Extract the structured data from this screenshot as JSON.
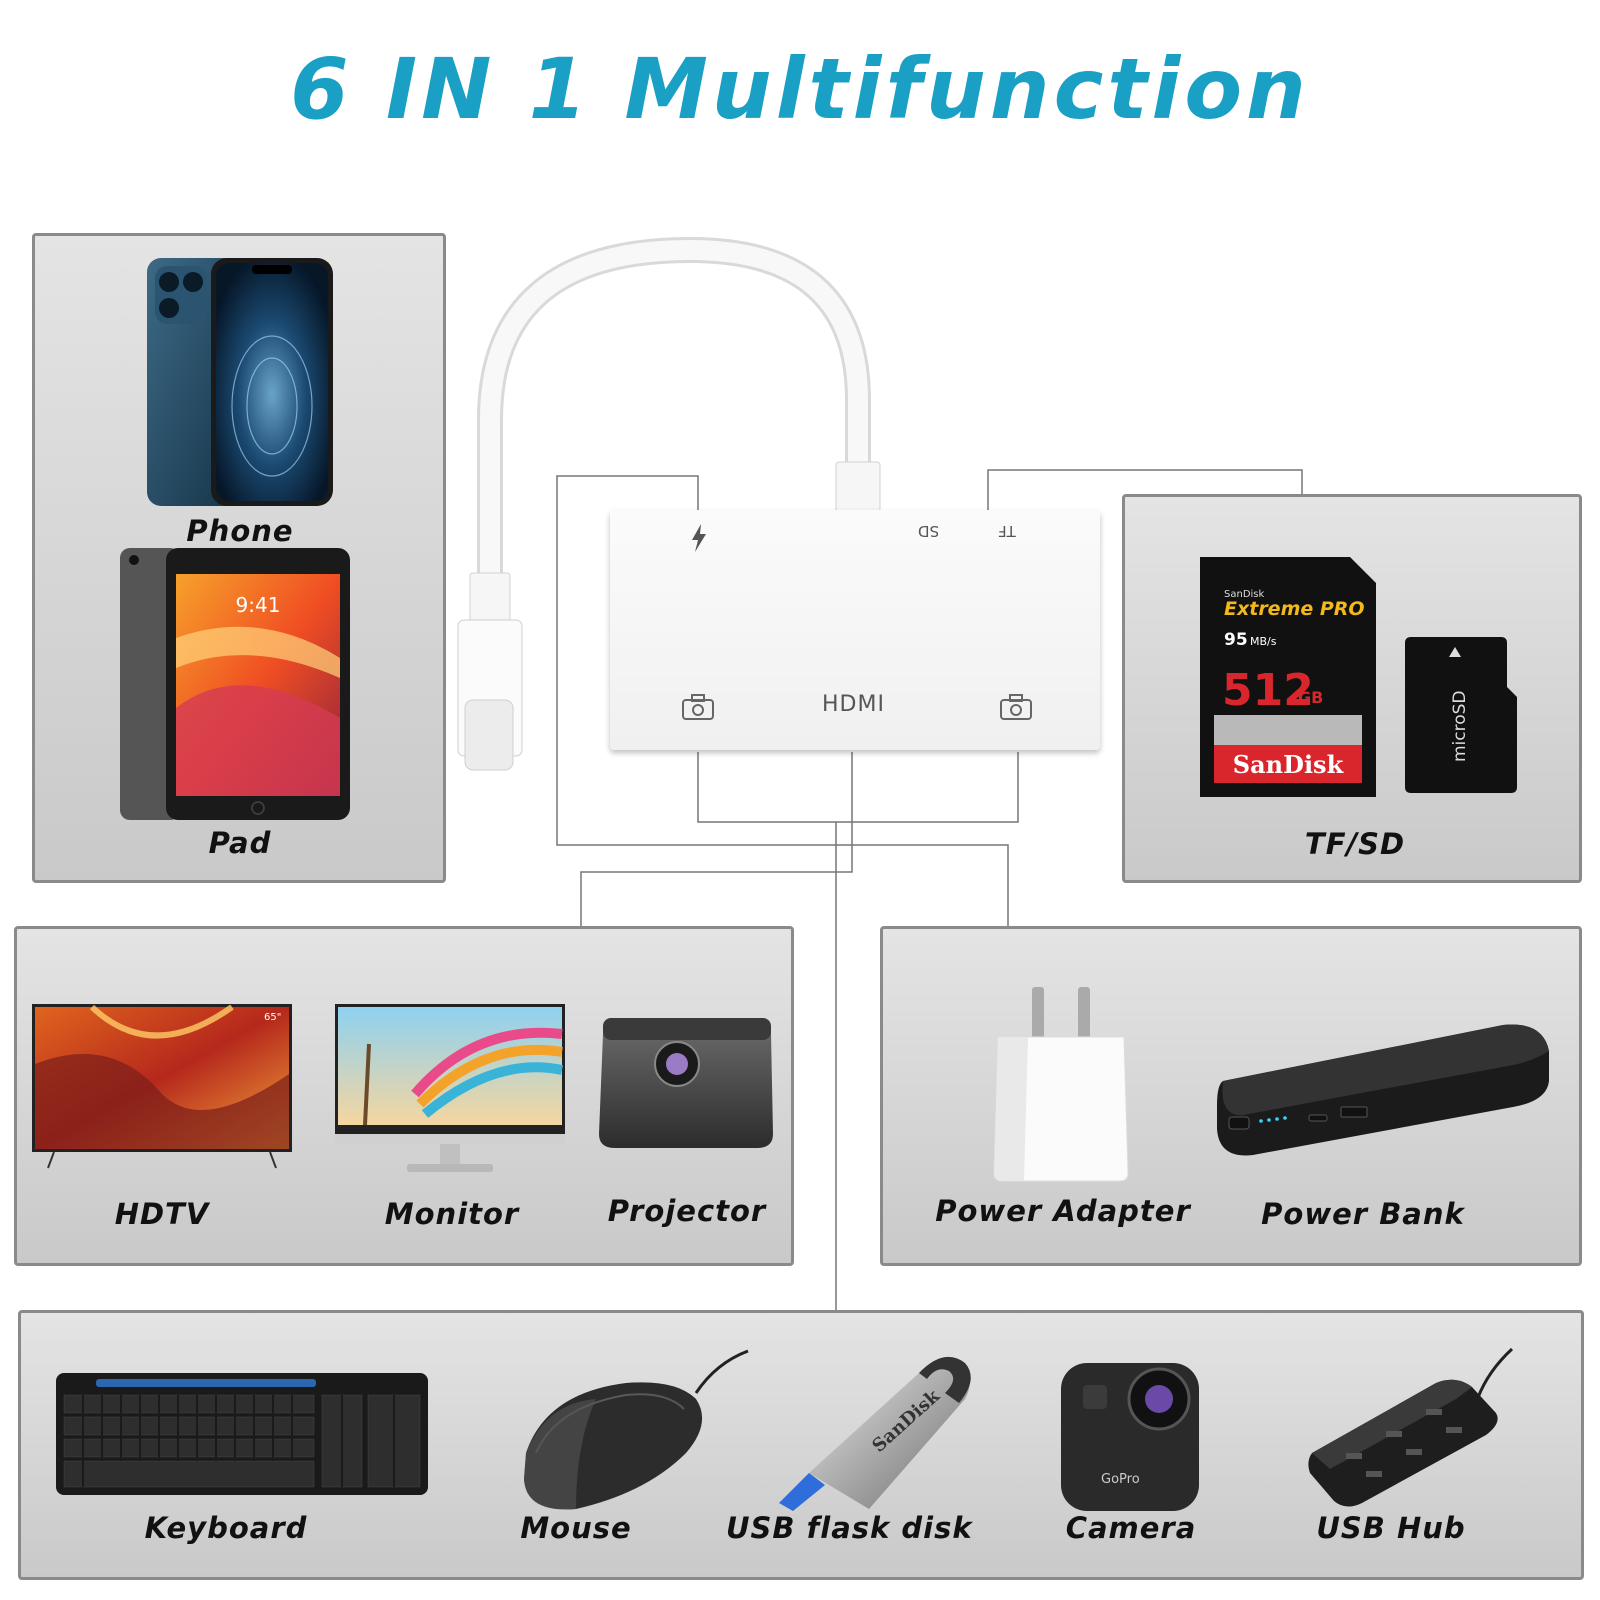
{
  "title": "6 IN 1 Multifunction",
  "hub": {
    "port_sd": "SD",
    "port_tf": "TF",
    "port_hdmi": "HDMI",
    "icon_power": "lightning-icon",
    "icon_camera": "camera-icon"
  },
  "panels": {
    "devices": {
      "items": [
        "Phone",
        "Pad"
      ]
    },
    "cards": {
      "label": "TF/SD",
      "sd_card": {
        "brand_small": "SanDisk",
        "model": "Extreme PRO",
        "speed": "95",
        "speed_unit": "MB/s",
        "capacity": "512",
        "capacity_unit": "GB",
        "brand": "SanDisk"
      },
      "micro_sd": "microSD"
    },
    "display": {
      "items": [
        "HDTV",
        "Monitor",
        "Projector"
      ],
      "tv_size": "65\""
    },
    "power": {
      "items": [
        "Power Adapter",
        "Power Bank"
      ]
    },
    "usb": {
      "items": [
        "Keyboard",
        "Mouse",
        "USB flask disk",
        "Camera",
        "USB Hub"
      ],
      "flash_brand": "SanDisk",
      "camera_brand": "GoPro"
    }
  },
  "pad": {
    "time": "9:41"
  },
  "colors": {
    "title": "#1aa0c4",
    "panel_border": "#8a8a8a",
    "sd_red": "#d8262c",
    "sd_gold": "#f3b81a"
  }
}
